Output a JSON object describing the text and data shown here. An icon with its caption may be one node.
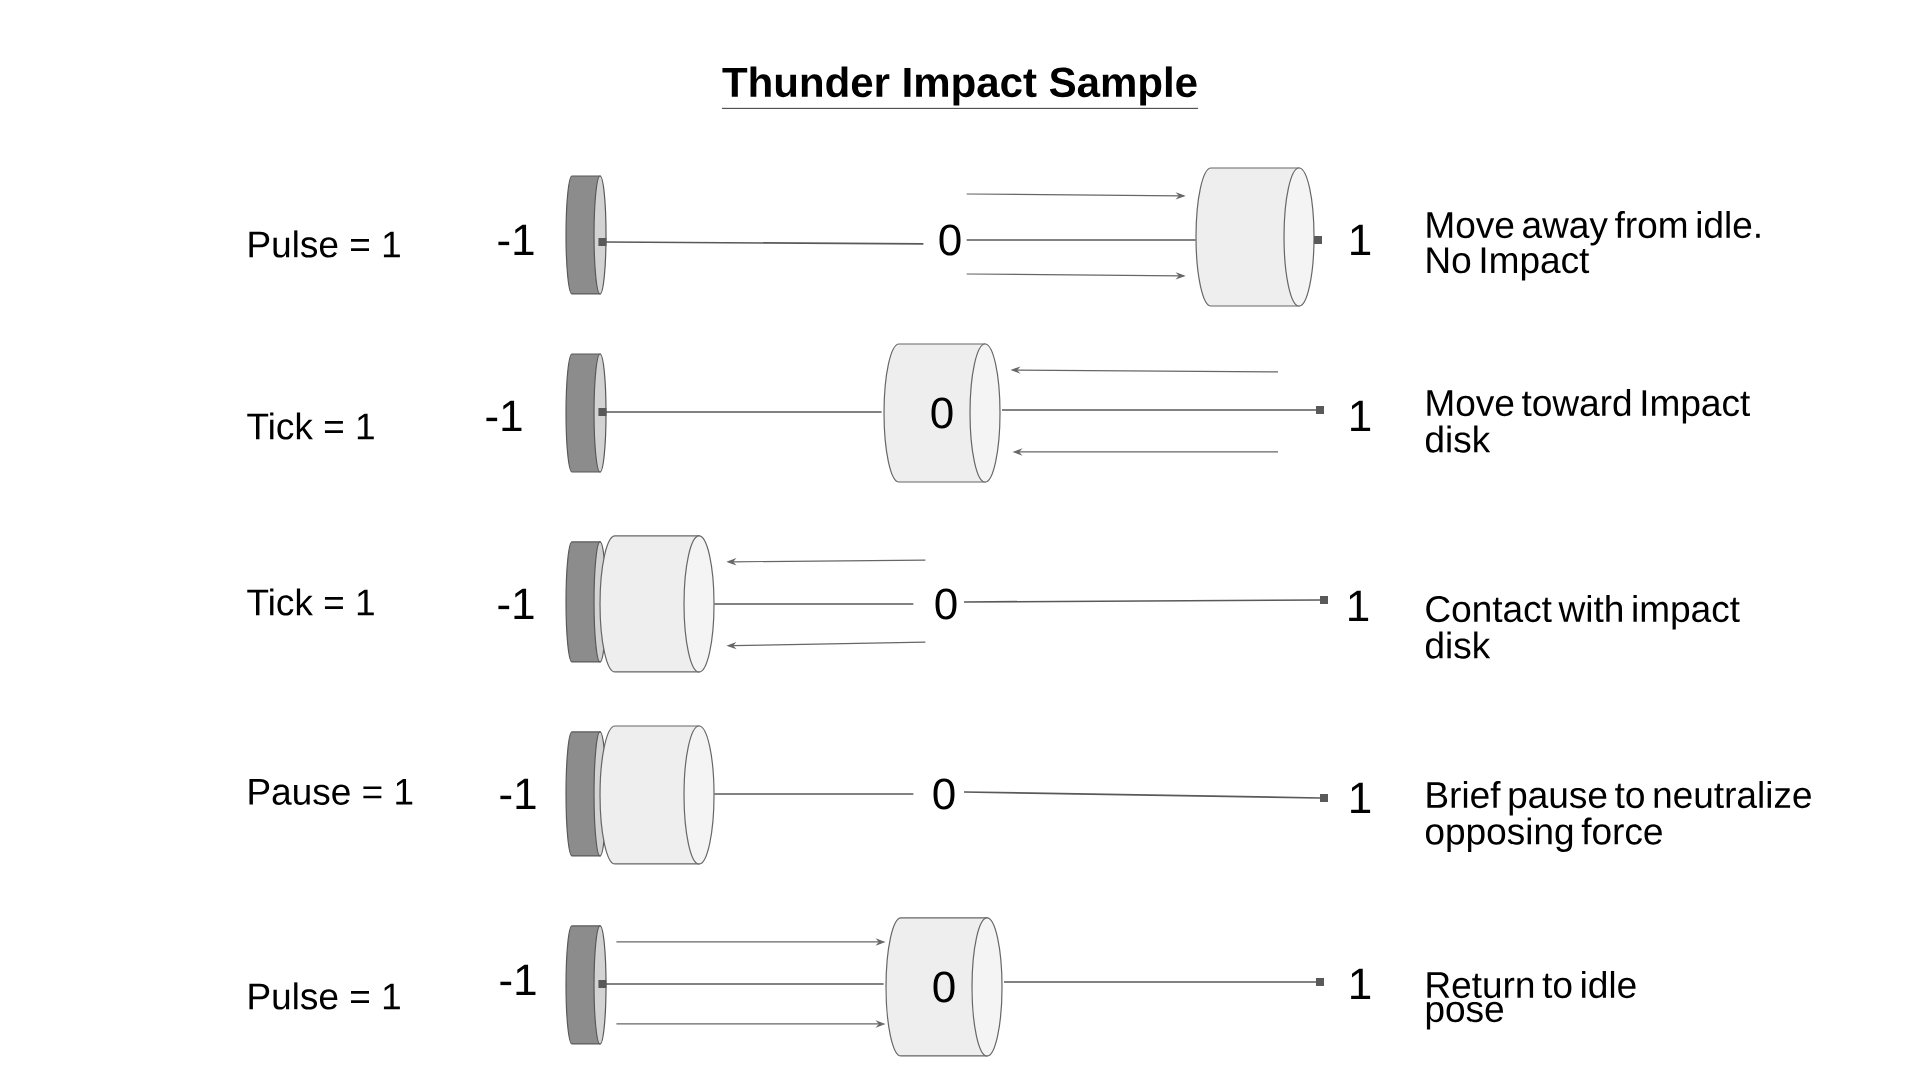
{
  "diagram": {
    "title": "Thunder Impact Sample",
    "nodes": [
      {
        "text": [],
        "shape": "cylinder"
      },
      {
        "text": [
          "0"
        ]
      },
      {
        "text": [],
        "shape": "cylinder"
      },
      {
        "text": [],
        "shape": "cylinder"
      },
      {
        "text": [
          "0"
        ]
      },
      {
        "text": [],
        "shape": "cylinder"
      },
      {
        "text": [],
        "shape": "cylinder"
      },
      {
        "text": [
          "0"
        ]
      },
      {
        "text": [],
        "shape": "cylinder"
      },
      {
        "text": [],
        "shape": "cylinder"
      },
      {
        "text": [
          "0"
        ]
      },
      {
        "text": [],
        "shape": "cylinder"
      },
      {
        "text": [
          "0"
        ]
      }
    ],
    "edges": [
      {
        "from": 0,
        "to": 1,
        "arrow": "other"
      },
      {
        "from": 1,
        "to": 2,
        "arrow": "none"
      },
      {
        "from": 1,
        "to": 2,
        "arrow": "to"
      },
      {
        "from": 1,
        "to": 2,
        "arrow": "to"
      },
      {
        "from": 3,
        "to": 4,
        "arrow": "other"
      },
      {
        "from": null,
        "to": 4,
        "arrow": "to"
      },
      {
        "from": null,
        "to": 4,
        "arrow": "to"
      },
      {
        "from": 6,
        "to": 7,
        "arrow": "none"
      },
      {
        "from": 7,
        "to": 6,
        "arrow": "to"
      },
      {
        "from": 7,
        "to": 6,
        "arrow": "to"
      },
      {
        "from": 9,
        "to": 10,
        "arrow": "none"
      },
      {
        "from": 11,
        "to": 12,
        "arrow": "to"
      },
      {
        "from": 11,
        "to": 12,
        "arrow": "other"
      },
      {
        "from": 11,
        "to": 12,
        "arrow": "to"
      }
    ],
    "labels": [
      "Pulse = 1",
      "-1",
      "1",
      "Move away from idle. No Impact",
      "Tick = 1",
      "-1",
      "1",
      "Move toward Impact disk",
      "Tick = 1",
      "-1",
      "1",
      "Contact with impact disk",
      "Pause = 1",
      "-1",
      "1",
      "Brief pause to neutralize opposing force",
      "Pulse = 1",
      "-1",
      "1",
      "Return to idle pose"
    ]
  }
}
